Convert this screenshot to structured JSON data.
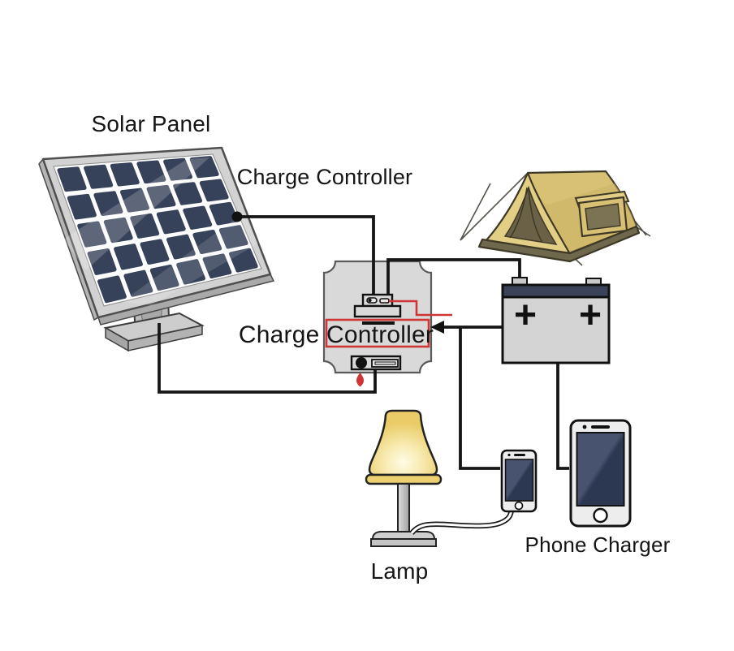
{
  "labels": {
    "solar_panel": "Solar Panel",
    "charge_controller_callout": "Charge Controller",
    "charge_controller_device": "Charge Controller",
    "lamp": "Lamp",
    "phone_charger": "Phone Charger"
  },
  "battery": {
    "terminal_left_symbol": "+",
    "terminal_right_symbol": "+"
  },
  "icons": [
    "solar-panel-icon",
    "tent-icon",
    "battery-icon",
    "charge-controller-icon",
    "lamp-icon",
    "small-phone-icon",
    "large-phone-icon",
    "panel-connection-dot",
    "flow-arrow-icon",
    "red-drop-icon"
  ],
  "colors": {
    "background": "#ffffff",
    "wire": "#161616",
    "highlight": "#cf3535",
    "panel_cell": "#364259",
    "panel_frame": "#d2d2d2",
    "tent_canvas": "#d8c175",
    "tent_ground": "#6f684c",
    "battery_body": "#d4d4d4",
    "battery_band": "#3b4359",
    "device_body": "#d9d9d9",
    "phone_screen": "#2c3852",
    "lamp_shade": "#ecd06f"
  }
}
